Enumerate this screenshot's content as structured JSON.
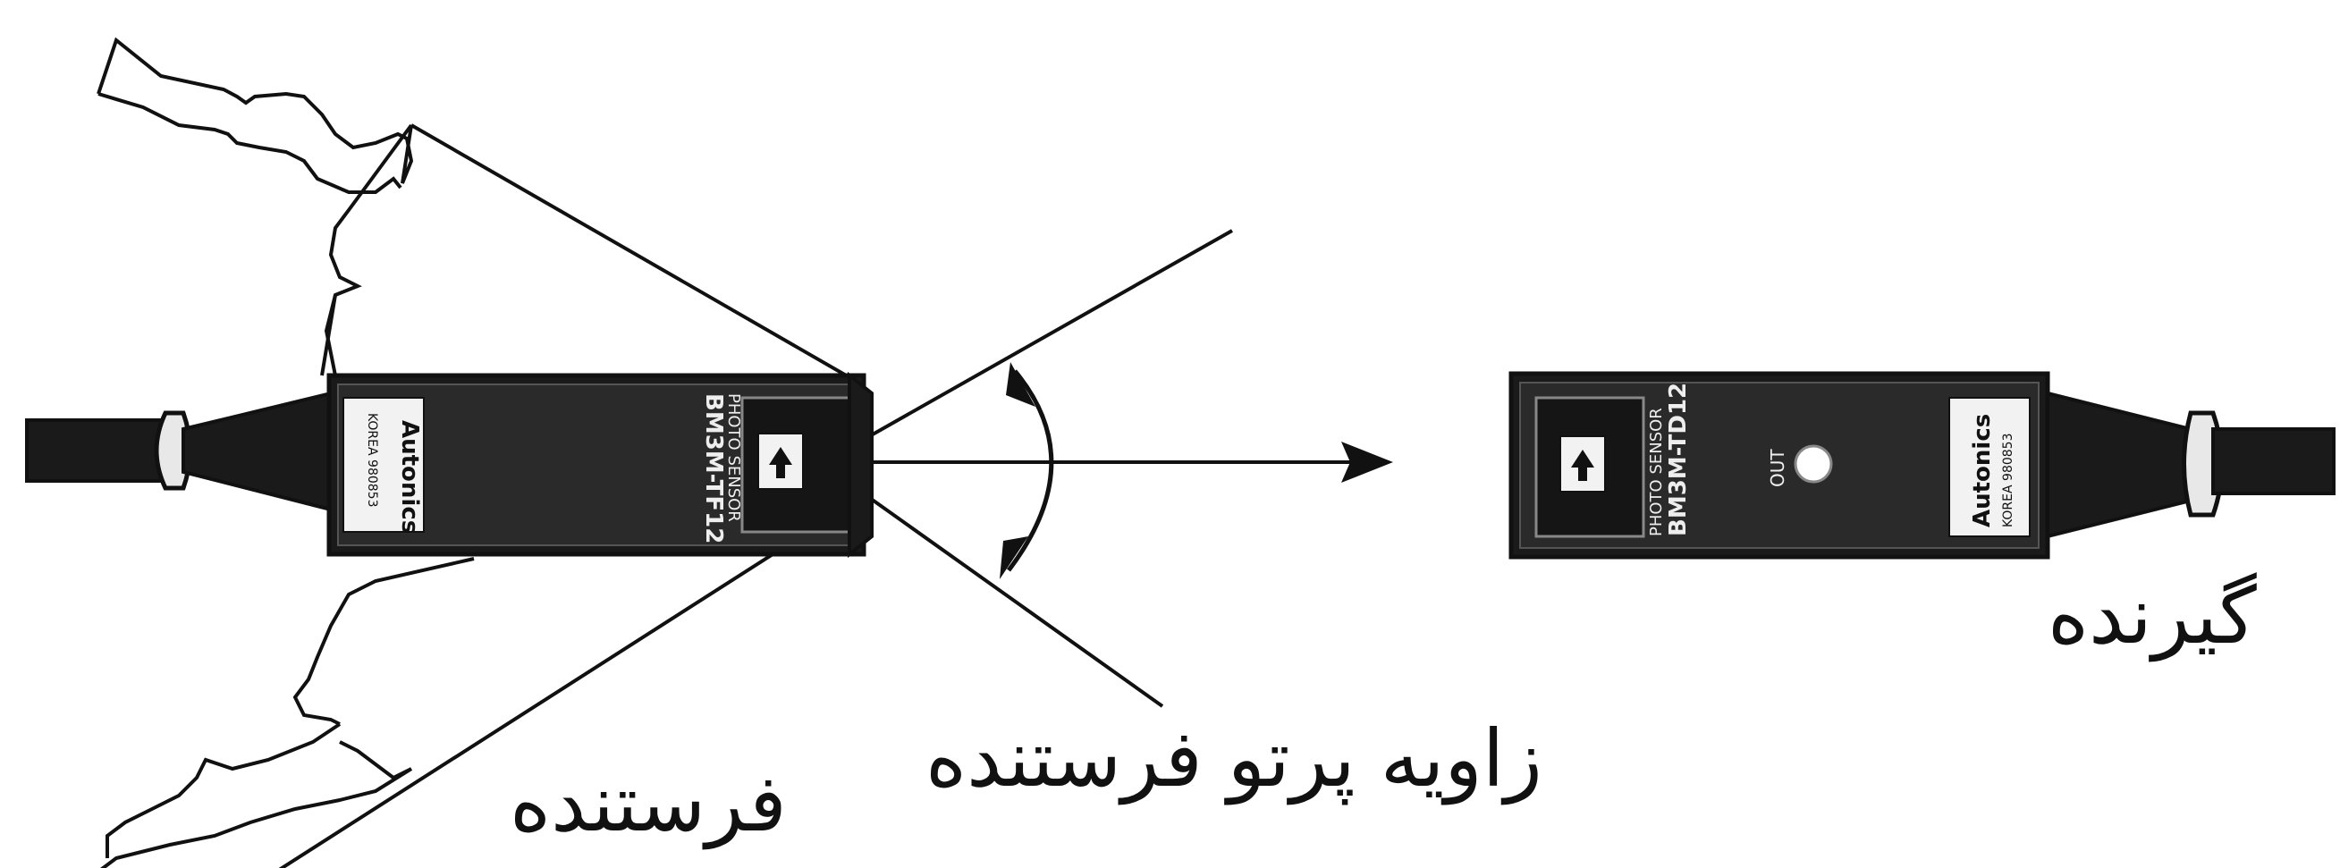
{
  "labels": {
    "receiver": "گیرنده",
    "beam_angle": "زاویه پرتو فرستنده",
    "transmitter": "فرستنده"
  },
  "transmitter_sensor": {
    "brand": "Autonics",
    "origin": "KOREA 980853",
    "line1": "PHOTO SENSOR",
    "model": "BM3M-TF12"
  },
  "receiver_sensor": {
    "brand": "Autonics",
    "origin": "KOREA 980853",
    "line1": "PHOTO SENSOR",
    "model": "BM3M-TD12",
    "indicator": "OUT"
  },
  "colors": {
    "ink": "#111111",
    "body": "#1a1a1a",
    "plate": "#f2f2f2"
  }
}
